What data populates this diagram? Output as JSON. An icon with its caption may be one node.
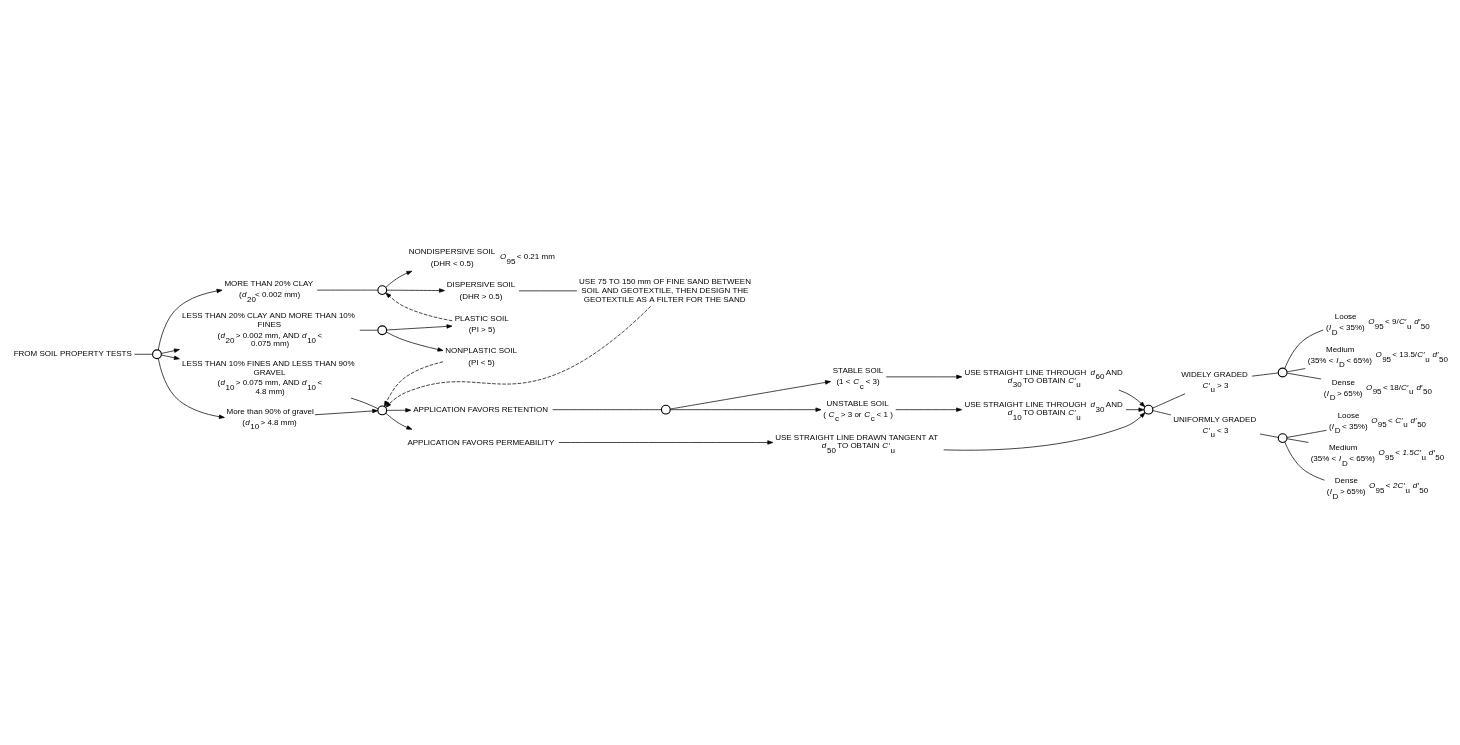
{
  "diagram": {
    "nodes": [
      {
        "text": [
          "FROM SOIL PROPERTY TESTS"
        ]
      },
      {
        "text": [],
        "shape": "circle"
      },
      {
        "text": [
          "MORE THAN 20% CLAY",
          "(*d*$_{20}$< 0.002 mm)"
        ]
      },
      {
        "text": [],
        "shape": "circle"
      },
      {
        "text": [
          "NONDISPERSIVE SOIL",
          "(DHR < 0.5)"
        ],
        "beside": [
          "*O*$_{95}$ < 0.21 mm"
        ]
      },
      {
        "text": [
          "DISPERSIVE SOIL",
          "(DHR > 0.5)"
        ]
      },
      {
        "text": [
          "USE 75 TO 150 mm OF FINE SAND BETWEEN SOIL AND GEOTEXTILE, THEN DESIGN THE GEOTEXTILE AS A FILTER FOR THE SAND"
        ]
      },
      {
        "text": [
          "LESS THAN 20% CLAY AND MORE THAN 10% FINES",
          "(*d*$_{20}$ > 0.002 mm, AND *d*$_{10}$ < 0.075 mm)"
        ]
      },
      {
        "text": [],
        "shape": "circle"
      },
      {
        "text": [
          "PLASTIC SOIL",
          "(PI > 5)"
        ]
      },
      {
        "text": [
          "NONPLASTIC SOIL",
          "(PI < 5)"
        ]
      },
      {
        "text": [
          "LESS THAN 10% FINES AND LESS THAN 90% GRAVEL",
          "(*d*$_{10}$ > 0.075 mm, AND *d*$_{10}$ < 4.8 mm)"
        ]
      },
      {
        "text": [
          "More than 90% of gravel",
          "(*d*$_{10}$ > 4.8 mm)"
        ]
      },
      {
        "text": [],
        "shape": "circle"
      },
      {
        "text": [
          "APPLICATION FAVORS RETENTION"
        ]
      },
      {
        "text": [],
        "shape": "circle"
      },
      {
        "text": [
          "STABLE SOIL",
          "(1 < *C*$_{c}$ < 3)"
        ]
      },
      {
        "text": [
          "USE STRAIGHT LINE THROUGH *d*$_{60}$ AND *d*$_{30}$ TO OBTAIN *C′*$_{u}$"
        ]
      },
      {
        "text": [
          "UNSTABLE SOIL",
          "( *C*$_{c}$ > 3 or *C*$_{c}$ < 1 )"
        ]
      },
      {
        "text": [
          "USE STRAIGHT LINE THROUGH *d*$_{30}$ AND *d*$_{10}$ TO OBTAIN *C′*$_{u}$"
        ]
      },
      {
        "text": [
          "APPLICATION FAVORS PERMEABILITY"
        ]
      },
      {
        "text": [
          "USE STRAIGHT LINE DRAWN TANGENT AT *d*$_{50}$ TO OBTAIN *C′*$_{u}$"
        ]
      },
      {
        "text": [],
        "shape": "circle"
      },
      {
        "text": [
          "WIDELY GRADED",
          "*C′*$_{u}$ > 3"
        ]
      },
      {
        "text": [],
        "shape": "circle"
      },
      {
        "text": [
          "Loose",
          "(*I*$_{D}$ < 35%)"
        ],
        "beside": [
          "*O*$_{95}$ < 9/*C′*$_{u}$ *d′*$_{50}$"
        ]
      },
      {
        "text": [
          "Medium",
          "(35% < *I*$_{D}$ < 65%)"
        ],
        "beside": [
          "*O*$_{95}$ < 13.5/*C′*$_{u}$ *d′*$_{50}$"
        ]
      },
      {
        "text": [
          "Dense",
          "(*I*$_{D}$ > 65%)"
        ],
        "beside": [
          "*O*$_{95}$ < 18/*C′*$_{u}$ *d′*$_{50}$"
        ]
      },
      {
        "text": [
          "UNIFORMLY GRADED",
          "*C′*$_{u}$ < 3"
        ]
      },
      {
        "text": [],
        "shape": "circle"
      },
      {
        "text": [
          "Loose",
          "(*I*$_{D}$ < 35%)"
        ],
        "beside": [
          "*O*$_{95}$ < *C′*$_{u}$ *d′*$_{50}$"
        ]
      },
      {
        "text": [
          "Medium",
          "(35% < *I*$_{D}$ < 65%)"
        ],
        "beside": [
          "*O*$_{95}$ < *1.5C′*$_{u}$ *d′*$_{50}$"
        ]
      },
      {
        "text": [
          "Dense",
          "(*I*$_{D}$ > 65%)"
        ],
        "beside": [
          "*O*$_{95}$ < *2C′*$_{u}$ *d′*$_{50}$"
        ]
      }
    ],
    "edges": [
      {
        "from": 0,
        "to": 1,
        "arrow": "none"
      },
      {
        "from": 1,
        "to": 2,
        "arrow": "to"
      },
      {
        "from": 1,
        "to": 7,
        "arrow": "to"
      },
      {
        "from": 1,
        "to": 11,
        "arrow": "to"
      },
      {
        "from": 1,
        "to": 12,
        "arrow": "to"
      },
      {
        "from": 2,
        "to": 3,
        "arrow": "none"
      },
      {
        "from": 3,
        "to": 4,
        "arrow": "to"
      },
      {
        "from": 3,
        "to": 5,
        "arrow": "to"
      },
      {
        "from": 5,
        "to": 6,
        "arrow": "none"
      },
      {
        "from": 7,
        "to": 8,
        "arrow": "none"
      },
      {
        "from": 8,
        "to": 9,
        "arrow": "to"
      },
      {
        "from": 8,
        "to": 10,
        "arrow": "to"
      },
      {
        "from": 9,
        "to": 3,
        "arrow": "to",
        "style": "dashed"
      },
      {
        "from": 10,
        "to": 13,
        "arrow": "to",
        "style": "dashed"
      },
      {
        "from": 6,
        "to": 13,
        "arrow": "to",
        "style": "dashed"
      },
      {
        "from": 11,
        "to": 13,
        "arrow": "none"
      },
      {
        "from": 12,
        "to": 13,
        "arrow": "to"
      },
      {
        "from": 13,
        "to": 14,
        "arrow": "to"
      },
      {
        "from": 13,
        "to": 20,
        "arrow": "to"
      },
      {
        "from": 14,
        "to": 15,
        "arrow": "none"
      },
      {
        "from": 15,
        "to": 16,
        "arrow": "to"
      },
      {
        "from": 15,
        "to": 18,
        "arrow": "to"
      },
      {
        "from": 16,
        "to": 17,
        "arrow": "to"
      },
      {
        "from": 18,
        "to": 19,
        "arrow": "to"
      },
      {
        "from": 17,
        "to": 22,
        "arrow": "to"
      },
      {
        "from": 19,
        "to": 22,
        "arrow": "to"
      },
      {
        "from": 20,
        "to": 21,
        "arrow": "to"
      },
      {
        "from": 21,
        "to": 22,
        "arrow": "to"
      },
      {
        "from": 22,
        "to": 23,
        "arrow": "none"
      },
      {
        "from": 22,
        "to": 28,
        "arrow": "none"
      },
      {
        "from": 23,
        "to": 24,
        "arrow": "none"
      },
      {
        "from": 24,
        "to": 25,
        "arrow": "none"
      },
      {
        "from": 24,
        "to": 26,
        "arrow": "none"
      },
      {
        "from": 24,
        "to": 27,
        "arrow": "none"
      },
      {
        "from": 28,
        "to": 29,
        "arrow": "none"
      },
      {
        "from": 29,
        "to": 30,
        "arrow": "none"
      },
      {
        "from": 29,
        "to": 31,
        "arrow": "none"
      },
      {
        "from": 29,
        "to": 32,
        "arrow": "none"
      }
    ]
  }
}
